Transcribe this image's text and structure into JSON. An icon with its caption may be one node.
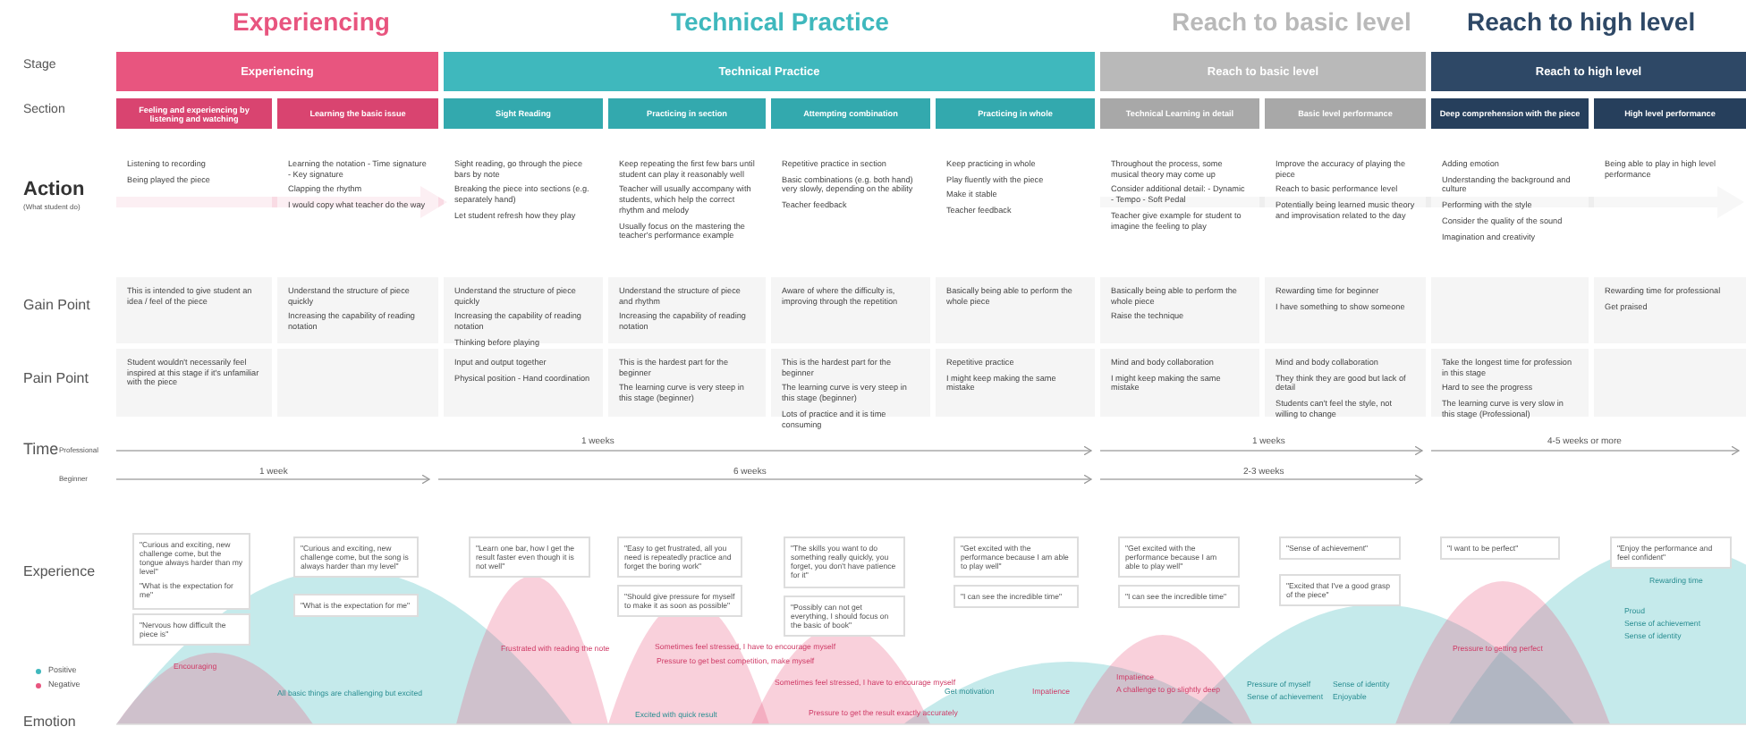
{
  "diagram": {
    "nodes": [
      {
        "text": [
          "Experiencing"
        ]
      },
      {
        "text": [
          "Technical Practice"
        ]
      },
      {
        "text": [
          "Reach to basic level"
        ]
      },
      {
        "text": [
          "Reach to high level"
        ]
      },
      {
        "text": [
          "Feeling and experiencing by listening and watching"
        ]
      },
      {
        "text": [
          "Learning the basic issue"
        ]
      },
      {
        "text": [
          "Sight Reading"
        ]
      },
      {
        "text": [
          "Practicing in section"
        ]
      },
      {
        "text": [
          "Attempting combination"
        ]
      },
      {
        "text": [
          "Practicing in whole"
        ]
      },
      {
        "text": [
          "Technical Learning in detail"
        ]
      },
      {
        "text": [
          "Basic level performance"
        ]
      },
      {
        "text": [
          "Deep comprehension with the piece"
        ]
      },
      {
        "text": [
          "High level performance"
        ]
      },
      {
        "text": [
          "Listening to recording",
          "Being played the piece"
        ]
      },
      {
        "text": [
          "Learning the notation - Time signature - Key signature",
          "Clapping the rhythm",
          "I would copy what teacher do the way"
        ]
      },
      {
        "text": [
          "Sight reading, go through the piece bars by note",
          "Breaking the piece into sections (e.g. separately hand)",
          "Let student refresh how they play"
        ]
      },
      {
        "text": [
          "Keep repeating the first few bars until student can play it reasonably well",
          "Teacher will usually accompany with students, which help the correct rhythm and melody",
          "Usually focus on the mastering the teacher's performance example"
        ]
      },
      {
        "text": [
          "Repetitive practice in section",
          "Basic combinations (e.g. both hand) very slowly, depending on the ability",
          "Teacher feedback"
        ]
      },
      {
        "text": [
          "Keep practicing in whole",
          "Play fluently with the piece",
          "Make it stable",
          "Teacher feedback"
        ]
      },
      {
        "text": [
          "Throughout the process, some musical theory may come up",
          "Consider additional detail: - Dynamic - Tempo - Soft Pedal",
          "Teacher give example for student to imagine the feeling to play"
        ]
      },
      {
        "text": [
          "Improve the accuracy of playing the piece",
          "Reach to basic performance level",
          "Potentially being learned music theory and improvisation related to the day"
        ]
      },
      {
        "text": [
          "Adding emotion",
          "Understanding the background and culture",
          "Performing with the style",
          "Consider the quality of the sound",
          "Imagination and creativity"
        ]
      },
      {
        "text": [
          "Being able to play in high level performance"
        ]
      },
      {
        "text": [
          "This is intended to give student an idea / feel of the piece"
        ]
      },
      {
        "text": [
          "Understand the structure of piece quickly",
          "Increasing the capability of reading notation"
        ]
      },
      {
        "text": [
          "Understand the structure of piece quickly",
          "Increasing the capability of reading notation",
          "Thinking before playing"
        ]
      },
      {
        "text": [
          "Understand the structure of piece and rhythm",
          "Increasing the capability of reading notation"
        ]
      },
      {
        "text": [
          "Aware of where the difficulty is, improving through the repetition"
        ]
      },
      {
        "text": [
          "Basically being able to perform the whole piece"
        ]
      },
      {
        "text": [
          "Basically being able to perform the whole piece",
          "Raise the technique"
        ]
      },
      {
        "text": [
          "Rewarding time for beginner",
          "I have something to show someone"
        ]
      },
      {
        "text": [],
        "shape": "box"
      },
      {
        "text": [
          "Rewarding time for professional",
          "Get praised"
        ]
      },
      {
        "text": [
          "Student wouldn't necessarily feel inspired at this stage if it's unfamiliar with the piece"
        ]
      },
      {
        "text": [],
        "shape": "box"
      },
      {
        "text": [
          "Input and output together",
          "Physical position - Hand coordination"
        ]
      },
      {
        "text": [
          "This is the hardest part for the beginner",
          "The learning curve is very steep in this stage (beginner)"
        ]
      },
      {
        "text": [
          "This is the hardest part for the beginner",
          "The learning curve is very steep in this stage (beginner)",
          "Lots of practice and it is time consuming"
        ]
      },
      {
        "text": [
          "Repetitive practice",
          "I might keep making the same mistake"
        ]
      },
      {
        "text": [
          "Mind and body collaboration",
          "I might keep making the same mistake"
        ]
      },
      {
        "text": [
          "Mind and body collaboration",
          "They think they are good but lack of detail",
          "Students can't feel the style, not willing to change"
        ]
      },
      {
        "text": [
          "Take the longest time for profession in this stage",
          "Hard to see the progress",
          "The learning curve is very slow in this stage (Professional)"
        ]
      },
      {
        "text": [],
        "shape": "box"
      },
      {
        "text": [
          "\"Curious and exciting, new challenge come, but the tongue always harder than my level\"",
          "\"What is the expectation for me\""
        ]
      },
      {
        "text": [
          "\"Nervous how difficult the piece is\""
        ]
      },
      {
        "text": [
          "\"Curious and exciting, new challenge come, but the song is always harder than my level\""
        ]
      },
      {
        "text": [
          "\"What is the expectation for me\""
        ]
      },
      {
        "text": [
          "\"Learn one bar, how I get the result faster even though it is not well\""
        ]
      },
      {
        "text": [
          "\"Easy to get frustrated, all you need is repeatedly practice and forget the boring work\""
        ]
      },
      {
        "text": [
          "\"Should give pressure for myself to make it as soon as possible\""
        ]
      },
      {
        "text": [
          "\"The skills you want to do something really quickly, you forget, you don't have patience for it\""
        ]
      },
      {
        "text": [
          "\"Possibly can not get everything, I should focus on the basic of book\""
        ]
      },
      {
        "text": [
          "\"Get excited with the performance because I am able to play well\""
        ]
      },
      {
        "text": [
          "\"I can see the incredible time\""
        ]
      },
      {
        "text": [
          "\"Get excited with the performance because I am able to play well\""
        ]
      },
      {
        "text": [
          "\"I can see the incredible time\""
        ]
      },
      {
        "text": [
          "\"Sense of achievement\""
        ]
      },
      {
        "text": [
          "\"Excited that I've a good grasp of the piece\""
        ]
      },
      {
        "text": [
          "\"I want to be perfect\""
        ]
      },
      {
        "text": [
          "\"Enjoy the performance and feel confident\""
        ]
      }
    ],
    "labels": [
      "Experiencing",
      "Technical Practice",
      "Reach to basic level",
      "Reach to high level",
      "Stage",
      "Section",
      "Action",
      "(What student do)",
      "Gain Point",
      "Pain Point",
      "Time",
      "Professional",
      "Beginner",
      "Experience",
      "Emotion",
      "1 weeks",
      "1 weeks",
      "4-5 weeks or more",
      "1 week",
      "6 weeks",
      "2-3 weeks",
      "Rewarding time",
      "Proud",
      "Sense of achievement",
      "Sense of identity",
      "Encouraging",
      "Frustrated with reading the note",
      "Sometimes feel stressed, I have to encourage myself",
      "Pressure to get best competition, make myself",
      "Pressure to getting perfect",
      "All basic things are challenging but excited",
      "Sometimes feel stressed, I have to encourage myself",
      "Get motivation",
      "Impatience",
      "Impatience",
      "A challenge to go slightly deep",
      "Excited with quick result",
      "Pressure to get the result exactly accurately",
      "Pressure of myself",
      "Sense of achievement",
      "Sense of identity",
      "Enjoyable"
    ],
    "legend": [
      {
        "text": "Positive",
        "color": "#3fb8bd"
      },
      {
        "text": "Negative",
        "color": "#e8557f"
      }
    ]
  }
}
